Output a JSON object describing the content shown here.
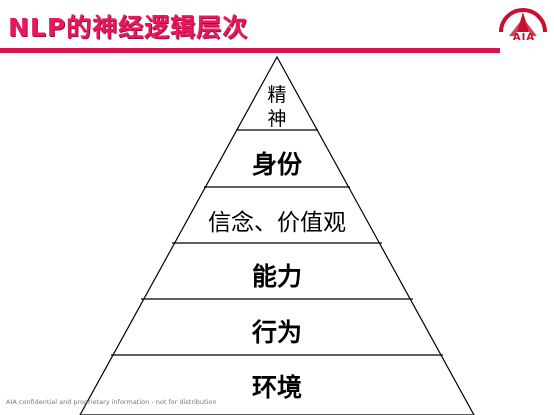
{
  "slide": {
    "title": "NLP的神经逻辑层次",
    "logo_text": "AIA",
    "footer": "AIA confidential and proprietary information - not for distribution"
  },
  "pyramid": {
    "levels": [
      {
        "label": "精\n神",
        "bold": false
      },
      {
        "label": "身份",
        "bold": true
      },
      {
        "label": "信念、价值观",
        "bold": false
      },
      {
        "label": "能力",
        "bold": true
      },
      {
        "label": "行为",
        "bold": true
      },
      {
        "label": "环境",
        "bold": true
      }
    ]
  },
  "colors": {
    "title": "#e8185c",
    "rule": "#d8144e",
    "logo": "#c8102e"
  }
}
